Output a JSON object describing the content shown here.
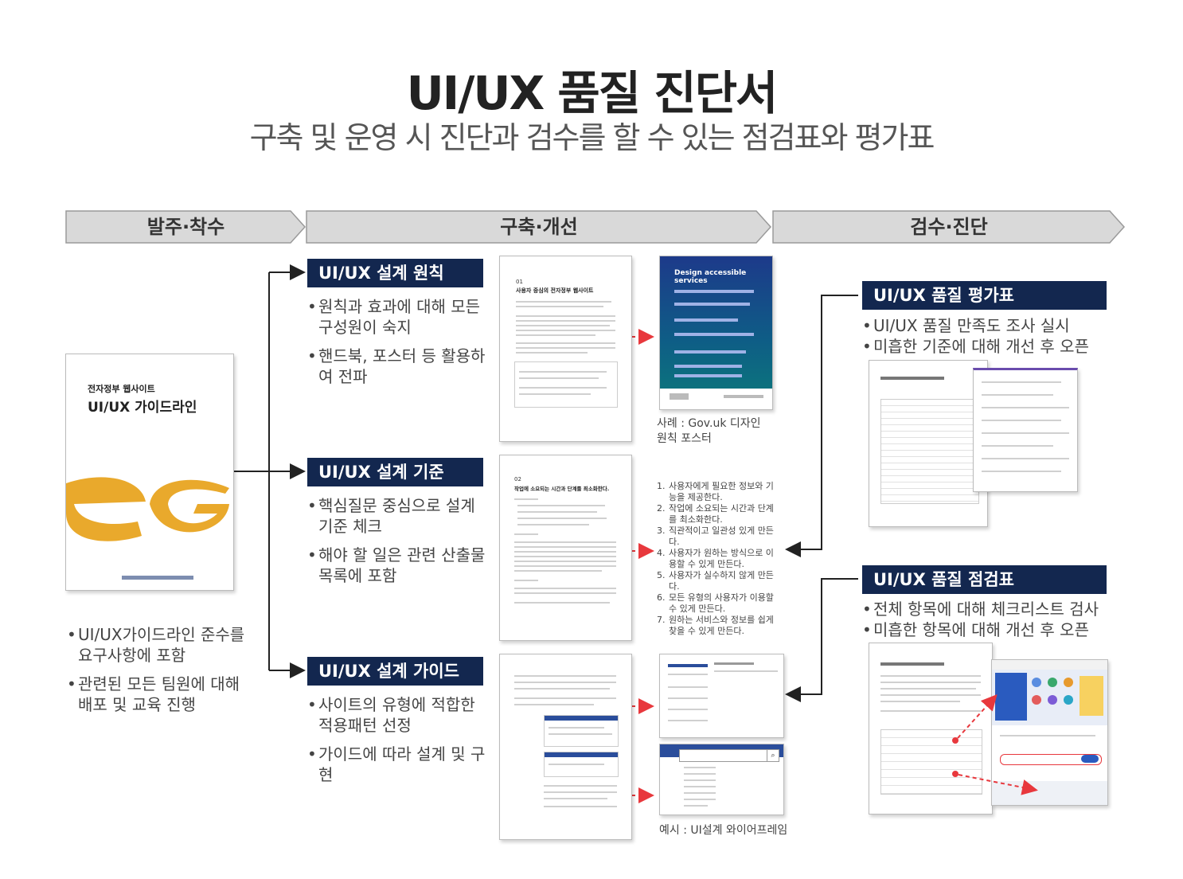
{
  "title": "UI/UX 품질 진단서",
  "subtitle": "구축 및 운영 시 진단과 검수를 할 수 있는 점검표와 평가표",
  "phases": [
    "발주·착수",
    "구축·개선",
    "검수·진단"
  ],
  "cover": {
    "title1": "전자정부 웹사이트",
    "title2": "UI/UX 가이드라인"
  },
  "left_bullets": [
    "UI/UX가이드라인 준수를 요구사항에 포함",
    "관련된 모든 팀원에 대해 배포 및 교육 진행"
  ],
  "principles": {
    "title": "UI/UX 설계 원칙",
    "bullets": [
      "원칙과 효과에 대해 모든 구성원이 숙지",
      "핸드북, 포스터 등 활용하여 전파"
    ]
  },
  "criteria": {
    "title": "UI/UX 설계 기준",
    "bullets": [
      "핵심질문 중심으로 설계 기준 체크",
      "해야 할 일은 관련 산출물 목록에 포함"
    ]
  },
  "guide": {
    "title": "UI/UX 설계 가이드",
    "bullets": [
      "사이트의 유형에 적합한 적용패턴 선정",
      "가이드에 따라 설계 및 구현"
    ]
  },
  "poster": {
    "heading": "Design accessible services",
    "caption": "사례 : Gov.uk 디자인 원칙 포스터"
  },
  "doc1": {
    "num": "01",
    "heading": "사용자 중심의 전자정부 웹사이트"
  },
  "doc2": {
    "num": "02",
    "heading": "작업에 소요되는 시간과 단계를 최소화한다."
  },
  "principle_list": [
    "사용자에게 필요한 정보와 기능을 제공한다.",
    "작업에 소요되는 시간과 단계를 최소화한다.",
    "직관적이고 일관성 있게 만든다.",
    "사용자가 원하는 방식으로 이용할 수 있게 만든다.",
    "사용자가 실수하지 않게 만든다.",
    "모든 유형의 사용자가 이용할 수 있게 만든다.",
    "원하는 서비스와 정보를 쉽게 찾을 수 있게 만든다."
  ],
  "wire_caption": "예시 : UI설계 와이어프레임",
  "evaluation": {
    "title": "UI/UX 품질 평가표",
    "bullets": [
      "UI/UX 품질 만족도 조사 실시",
      "미흡한 기준에 대해 개선 후 오픈"
    ]
  },
  "checklist": {
    "title": "UI/UX 품질 점검표",
    "bullets": [
      "전체 항목에 대해 체크리스트 검사",
      "미흡한 항목에 대해 개선 후 오픈"
    ]
  },
  "colors": {
    "navy": "#13274f",
    "phase_fill": "#d9d9d9",
    "accent_red": "#e8383d",
    "logo_orange": "#e9a92c",
    "poster_teal": "#0b7a7a"
  }
}
